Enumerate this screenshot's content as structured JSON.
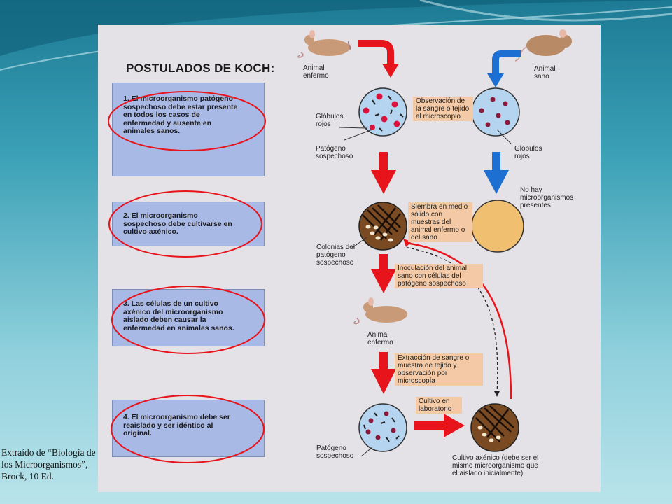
{
  "title": "POSTULADOS DE KOCH:",
  "postulates": [
    {
      "text": "1. El microorganismo patógeno sospechoso debe estar presente en todos los casos de enfermedad y ausente en animales sanos."
    },
    {
      "text": "2. El microorganismo sospechoso debe cultivarse en cultivo axénico."
    },
    {
      "text": "3. Las células de un cultivo axénico del microorganismo aislado deben causar la enfermedad en animales sanos."
    },
    {
      "text": "4. El microorganismo debe ser reaislado y ser idéntico al original."
    }
  ],
  "labels": {
    "animal_enfermo_top": "Animal enfermo",
    "animal_sano": "Animal sano",
    "globulos_rojos_left": "Glóbulos rojos",
    "patogeno_sospechoso_top": "Patógeno sospechoso",
    "globulos_rojos_right": "Glóbulos rojos",
    "no_hay": "No hay microorganismos presentes",
    "colonias": "Colonias del patógeno sospechoso",
    "animal_enfermo_mid": "Animal enfermo",
    "patogeno_sospechoso_bottom": "Patógeno sospechoso",
    "cultivo_axenico": "Cultivo axénico (debe ser el mismo microorganismo que el aislado inicialmente)"
  },
  "notes": {
    "observacion": "Observación de la sangre o tejido al microscopio",
    "siembra": "Siembra en medio sólido con muestras del animal enfermo o del sano",
    "inoculacion": "Inoculación del animal sano con células del patógeno sospechoso",
    "extraccion": "Extracción de sangre o muestra de tejido y observación por microscopía",
    "cultivo_lab": "Cultivo en laboratorio"
  },
  "credit": "Extraído de “Biología de los Microorganismos”, Brock, 10 Ed.",
  "colors": {
    "red_arrow": "#e8141c",
    "blue_arrow": "#1d6fd1",
    "petri": "#b4d4f0",
    "agar": "#f0c070",
    "note_bg": "#f4caa6",
    "postulate_box": "#a9b9e6"
  }
}
